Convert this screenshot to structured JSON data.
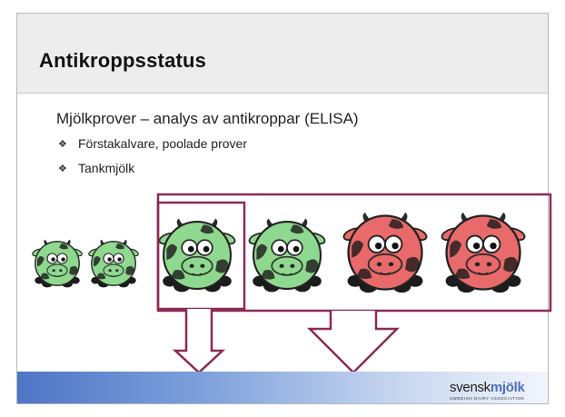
{
  "slide": {
    "title": "Antikroppsstatus",
    "subtitle": "Mjölkprover – analys av antikroppar (ELISA)",
    "bullets": [
      "Förstakalvare, poolade prover",
      "Tankmjölk"
    ],
    "bullet_glyph": "❖"
  },
  "logo": {
    "word_a": "svensk",
    "word_b": "mjölk",
    "tagline": "SWEDISH DAIRY ASSOCIATION"
  },
  "cows": [
    {
      "status": "healthy",
      "color": "#8fd88f"
    },
    {
      "status": "healthy",
      "color": "#8fd88f"
    },
    {
      "status": "healthy",
      "color": "#8fd88f"
    },
    {
      "status": "healthy",
      "color": "#8fd88f"
    },
    {
      "status": "infected",
      "color": "#e86a6a"
    },
    {
      "status": "infected",
      "color": "#e86a6a"
    }
  ],
  "colors": {
    "frame_accent": "#8c2a56",
    "footer_blue": "#4f76c6",
    "header_band": "#ededed",
    "spot": "#1d3a1d"
  }
}
